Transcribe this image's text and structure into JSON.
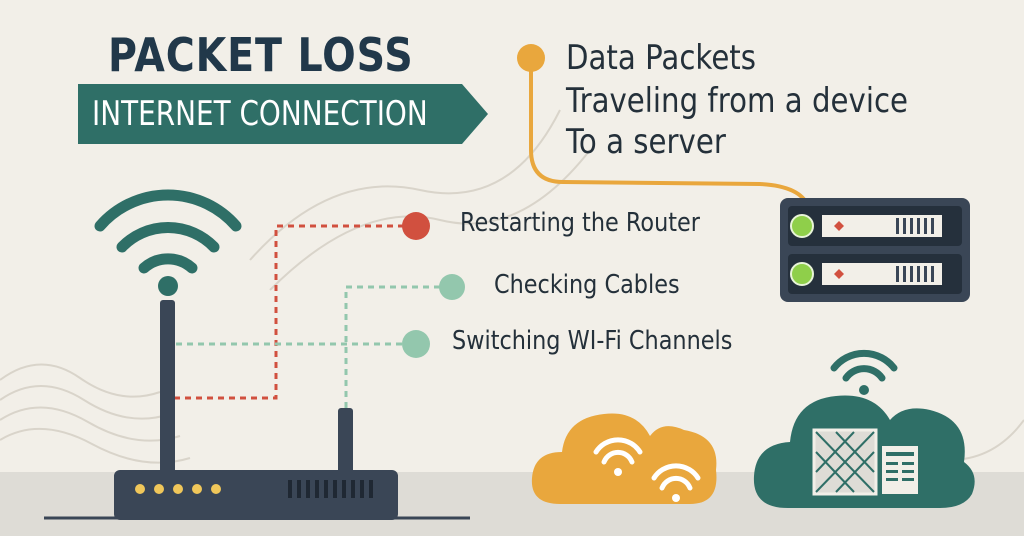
{
  "title": "PACKET LOSS",
  "subtitle": "INTERNET CONNECTION",
  "packets": {
    "line1": "Data Packets",
    "line2": "Traveling from a device",
    "line3": "To a server"
  },
  "steps": [
    {
      "label": "Restarting the Router",
      "color": "#d1503f"
    },
    {
      "label": "Checking Cables",
      "color": "#93c7ad"
    },
    {
      "label": "Switching WI-Fi Channels",
      "color": "#93c7ad"
    }
  ],
  "colors": {
    "background": "#f2efe8",
    "teal": "#2f6f67",
    "orange": "#e9a73d",
    "navy": "#3a4656",
    "red": "#d1503f",
    "mint": "#93c7ad",
    "green_led": "#8fcf4a",
    "router_led": "#f0c75a"
  },
  "icons": {
    "router": "wifi-router-icon",
    "server": "server-rack-icon",
    "cloud_left": "wifi-cloud-icon",
    "cloud_right": "network-cloud-icon"
  }
}
